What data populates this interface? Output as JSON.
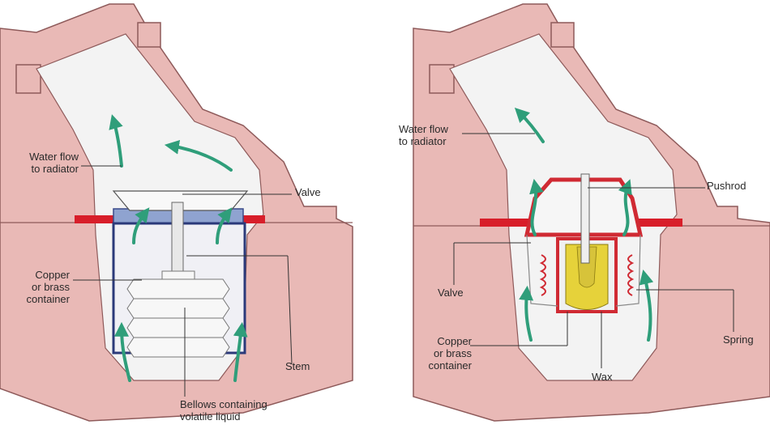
{
  "left_diagram": {
    "labels": {
      "water_flow": "Water flow\nto radiator",
      "valve": "Valve",
      "container": "Copper\nor brass\ncontainer",
      "stem": "Stem",
      "bellows": "Bellows containing\nvolatile liquid"
    }
  },
  "right_diagram": {
    "labels": {
      "water_flow": "Water flow\nto radiator",
      "pushrod": "Pushrod",
      "valve": "Valve",
      "spring": "Spring",
      "container": "Copper\nor brass\ncontainer",
      "wax": "Wax"
    }
  },
  "colors": {
    "housing": "#e9b9b6",
    "housing_edge": "#8e5a5a",
    "gasket": "#d81e2a",
    "water": "#f3f3f3",
    "arrow": "#2f9e7a",
    "container_blue": "#3a4a8a",
    "wax": "#e6d23a",
    "cup_red": "#d02a33"
  }
}
